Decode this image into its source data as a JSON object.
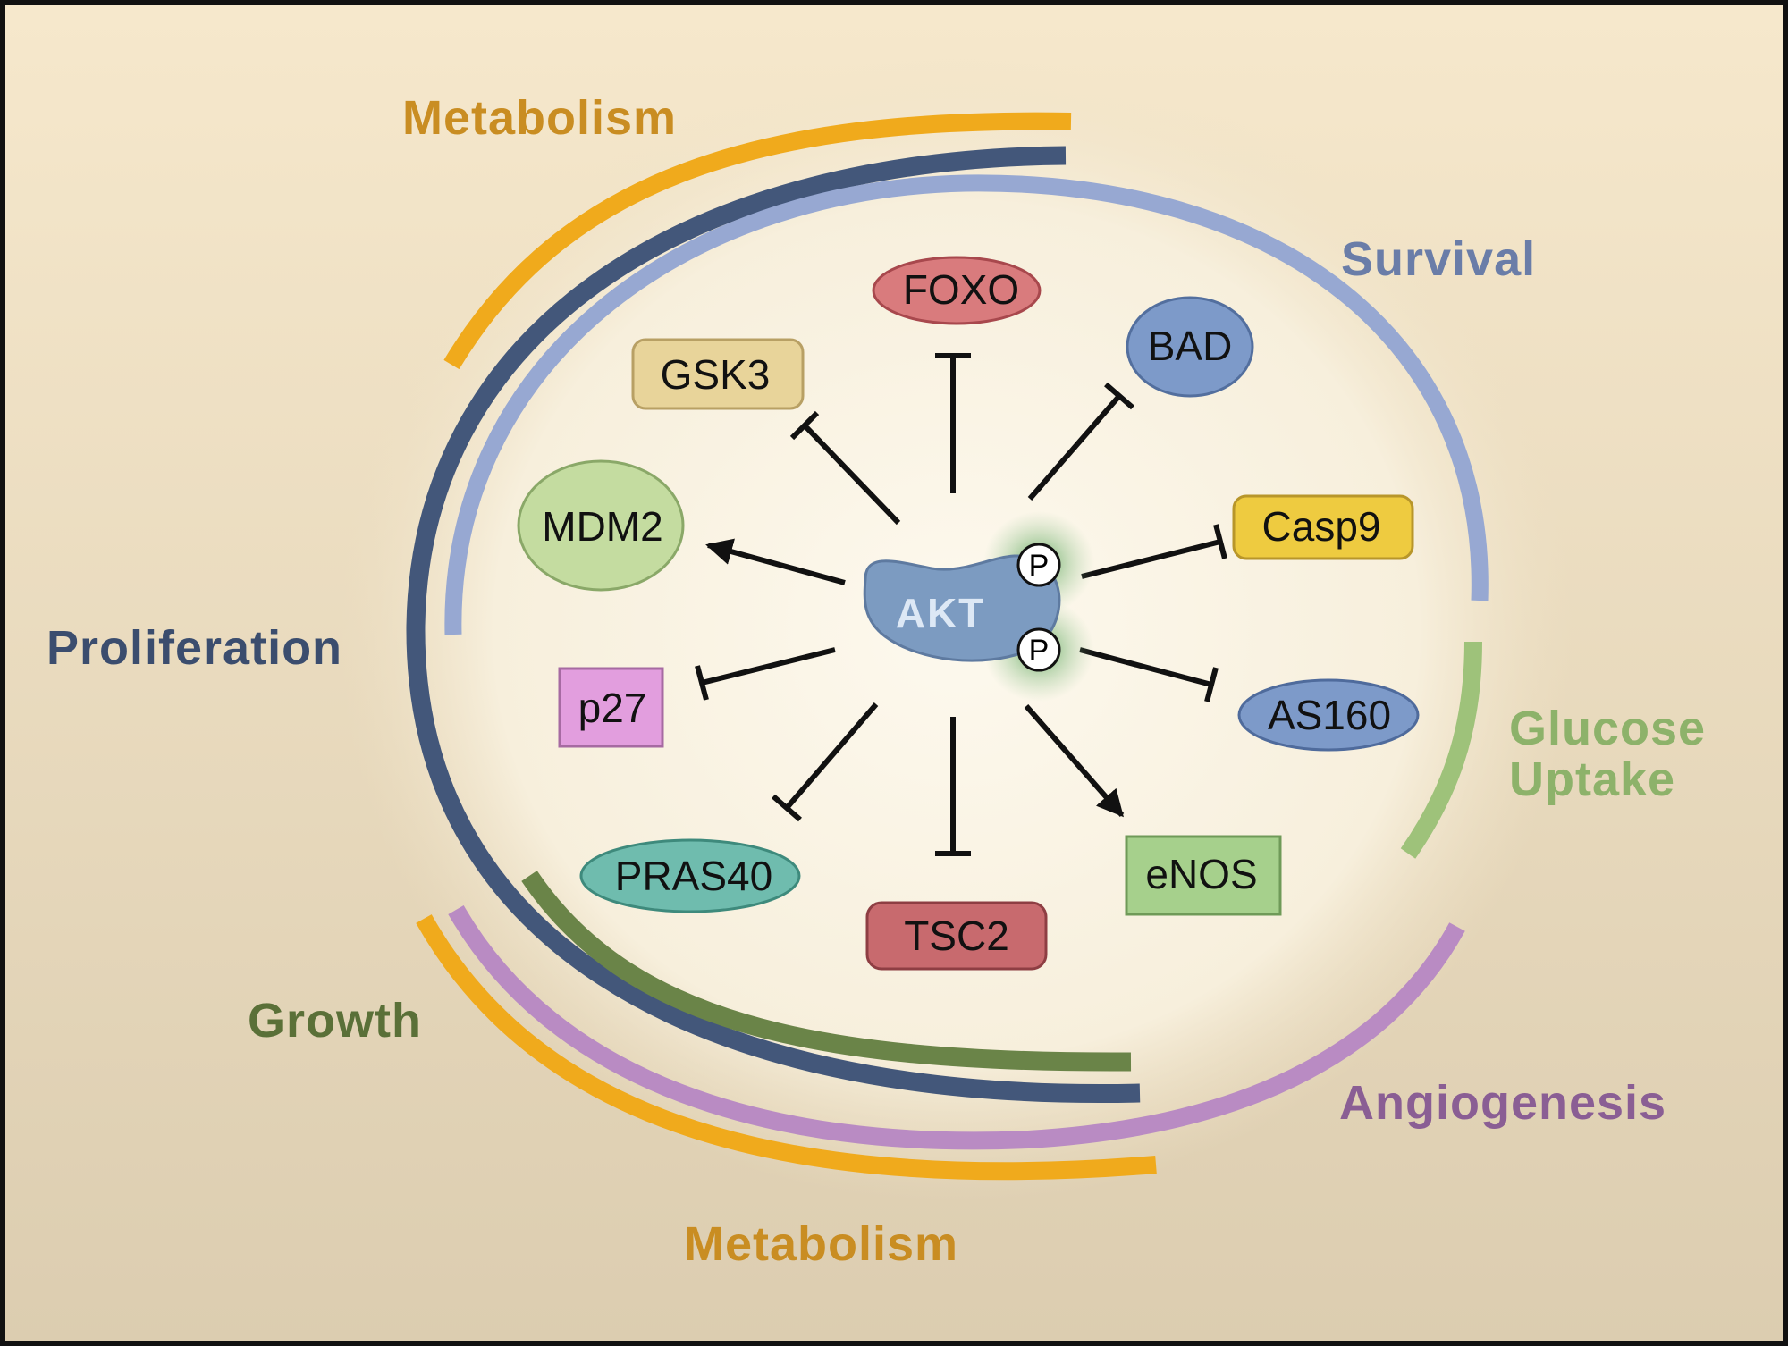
{
  "colors": {
    "metabolism": "#f0aa1c",
    "proliferation": "#43577a",
    "survival": "#97a8d2",
    "glucose_uptake": "#9ec27a",
    "growth": "#6a8448",
    "angiogenesis": "#b98bc3"
  },
  "central": {
    "label": "AKT",
    "phospho_marks": [
      "P",
      "P"
    ]
  },
  "processes": {
    "metabolism_top": "Metabolism",
    "survival": "Survival",
    "proliferation": "Proliferation",
    "glucose_uptake_line1": "Glucose",
    "glucose_uptake_line2": "Uptake",
    "growth": "Growth",
    "angiogenesis": "Angiogenesis",
    "metabolism_bottom": "Metabolism"
  },
  "targets": [
    {
      "id": "foxo",
      "label": "FOXO",
      "effect": "inhibition"
    },
    {
      "id": "bad",
      "label": "BAD",
      "effect": "inhibition"
    },
    {
      "id": "gsk3",
      "label": "GSK3",
      "effect": "inhibition"
    },
    {
      "id": "mdm2",
      "label": "MDM2",
      "effect": "activation"
    },
    {
      "id": "casp9",
      "label": "Casp9",
      "effect": "inhibition"
    },
    {
      "id": "p27",
      "label": "p27",
      "effect": "inhibition"
    },
    {
      "id": "as160",
      "label": "AS160",
      "effect": "inhibition"
    },
    {
      "id": "pras40",
      "label": "PRAS40",
      "effect": "inhibition"
    },
    {
      "id": "tsc2",
      "label": "TSC2",
      "effect": "inhibition"
    },
    {
      "id": "enos",
      "label": "eNOS",
      "effect": "activation"
    }
  ]
}
